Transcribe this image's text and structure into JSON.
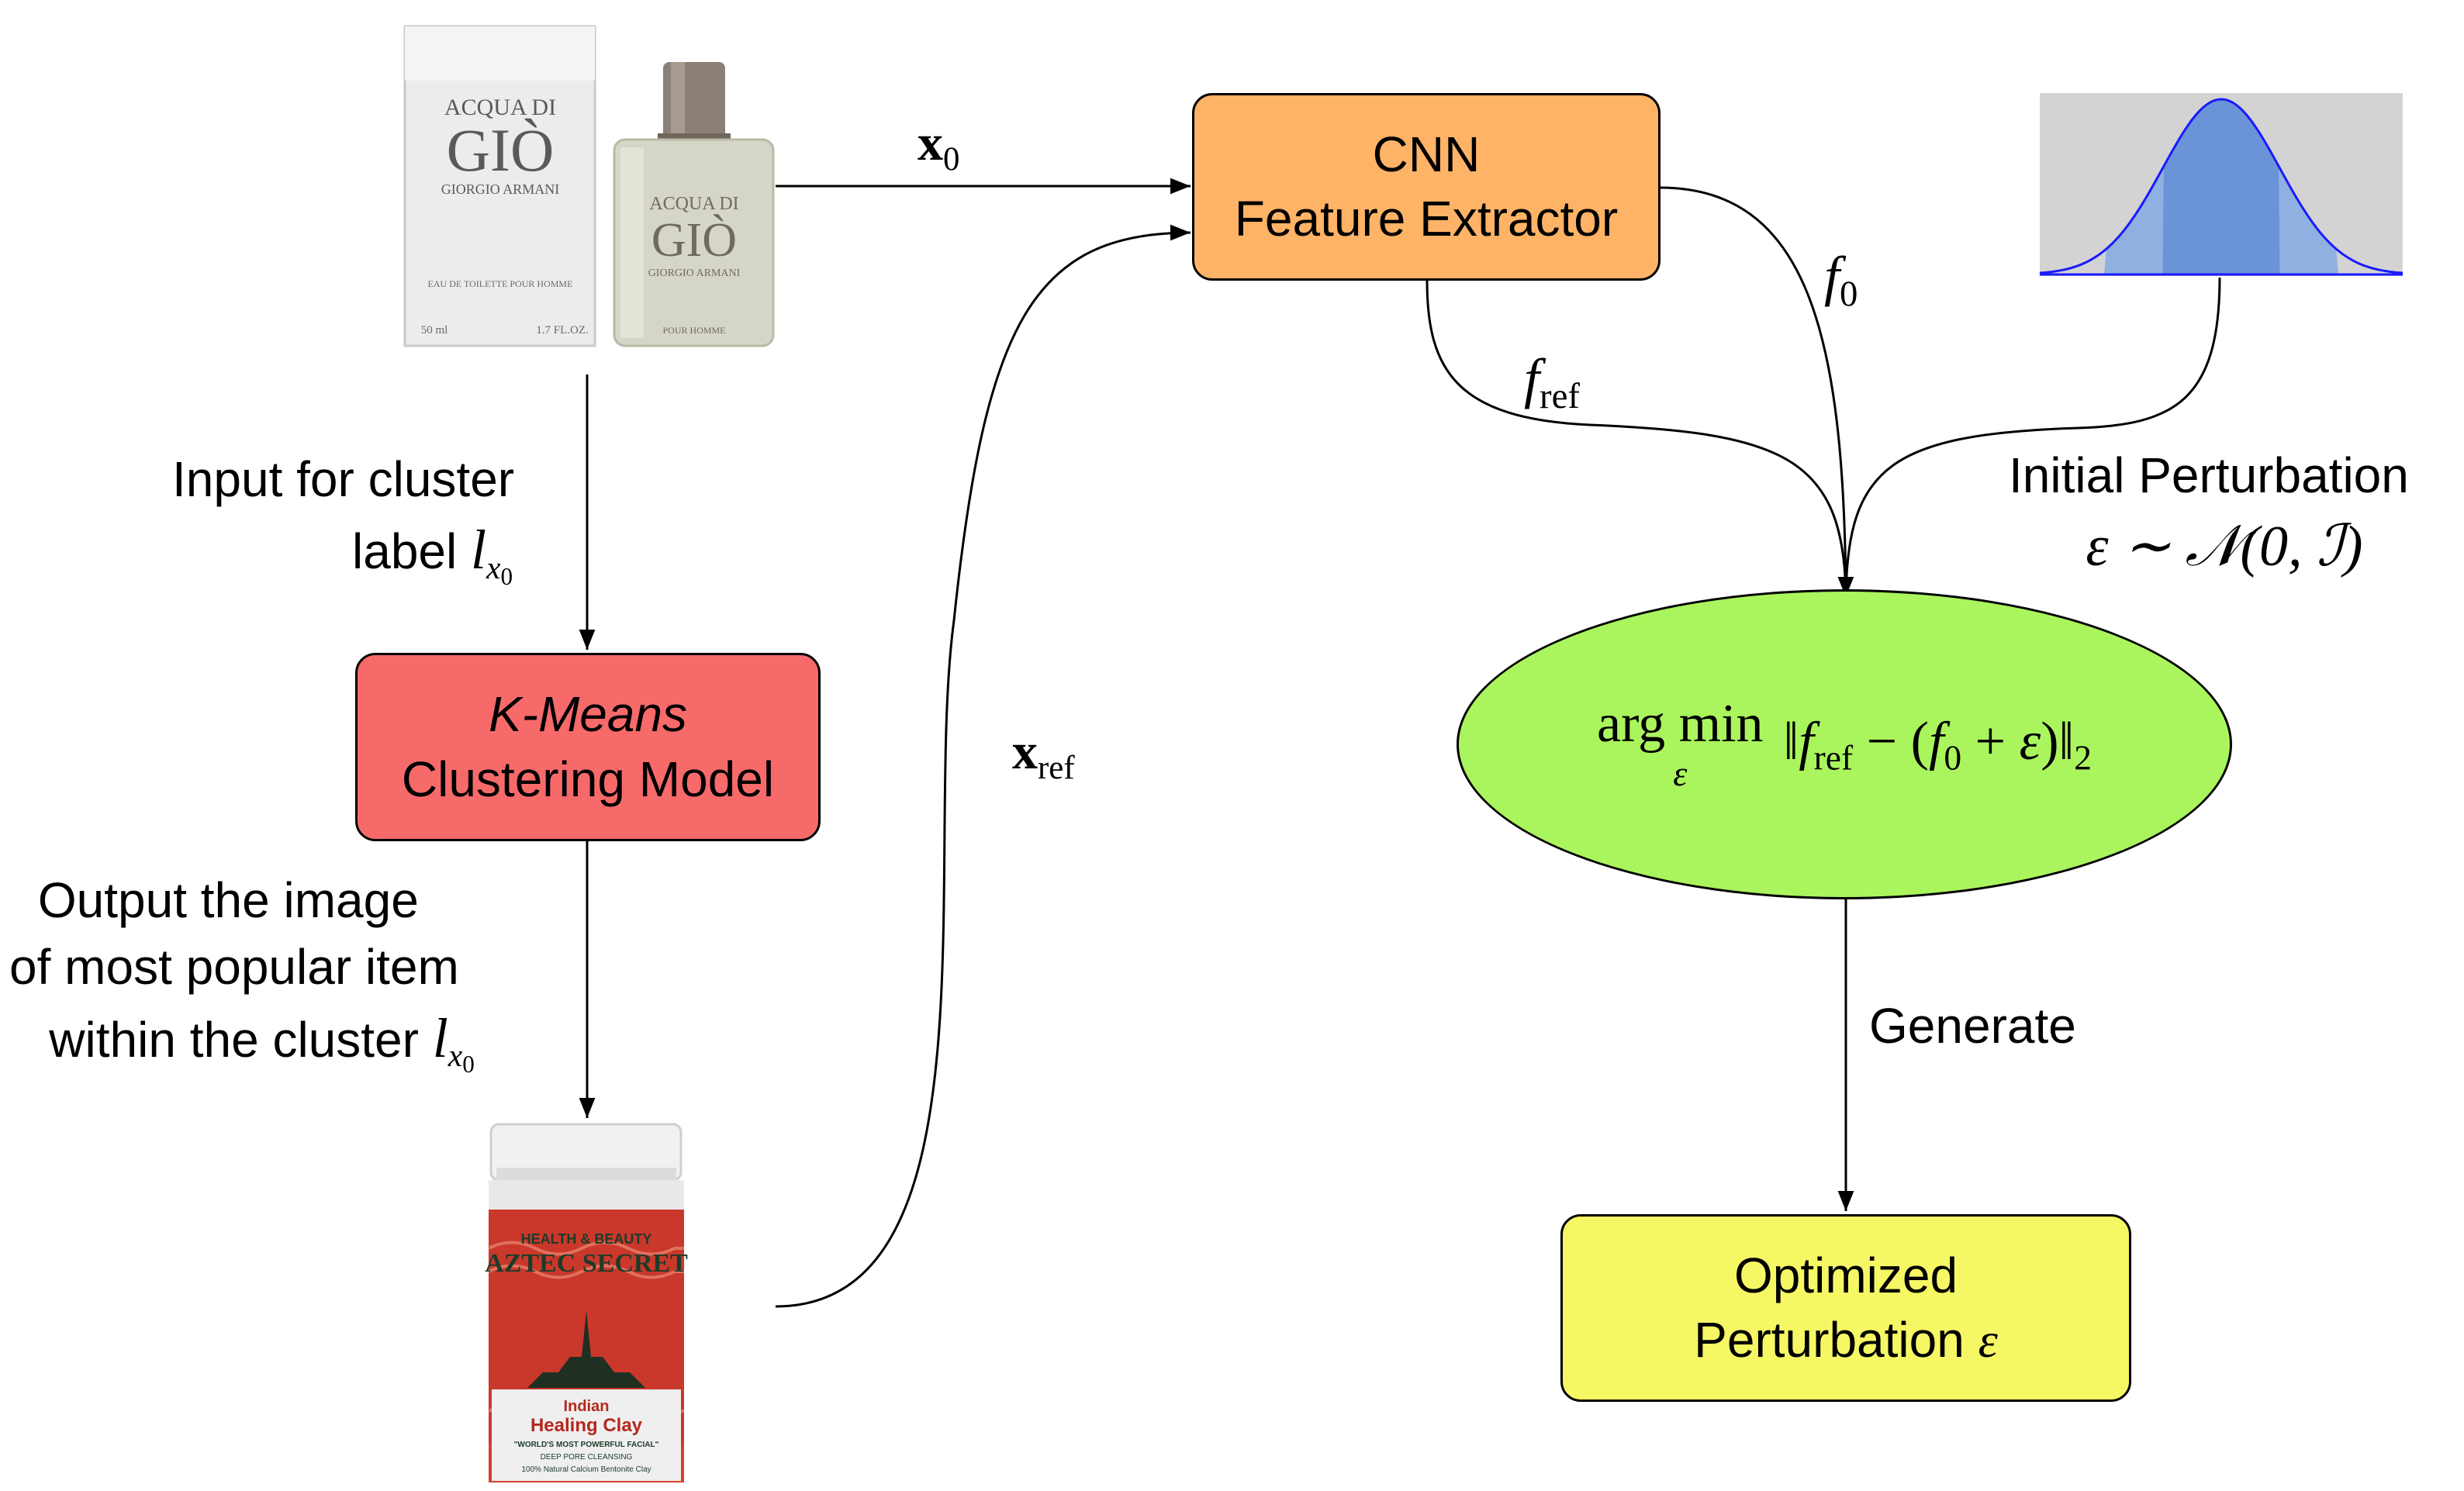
{
  "nodes": {
    "cnn": {
      "line1": "CNN",
      "line2": "Feature Extractor",
      "color": "#ffb366"
    },
    "kmeans": {
      "line1": "K-Means",
      "line2": "Clustering Model",
      "color": "#f76a6a"
    },
    "optimized": {
      "line1": "Optimized",
      "line2": "Perturbation",
      "symbol": "ε",
      "color": "#f6f765"
    },
    "objective": {
      "prefix": "arg min",
      "under": "ε",
      "color": "#aaf55d"
    }
  },
  "product_images": {
    "perfume_box": {
      "brand": "ACQUA DI",
      "name": "GIÒ",
      "maker": "GIORGIO ARMANI",
      "details": "EAU DE TOILETTE POUR HOMME",
      "size_ml": "50 ml",
      "size_oz": "1.7 FL.OZ."
    },
    "perfume_bottle": {
      "brand": "ACQUA DI",
      "name": "GIÒ",
      "maker": "GIORGIO ARMANI",
      "details": "POUR HOMME"
    },
    "clay_jar": {
      "line1": "HEALTH & BEAUTY",
      "line2": "AZTEC SECRET",
      "line3": "Indian",
      "line4": "Healing Clay",
      "line5": "\"WORLD'S MOST POWERFUL FACIAL\"",
      "line6": "DEEP PORE CLEANSING",
      "line7": "100% Natural Calcium Bentonite Clay"
    }
  },
  "edge_labels": {
    "x0": "x",
    "x0_sub": "0",
    "xref": "x",
    "xref_sub": "ref",
    "f0": "f",
    "f0_sub": "0",
    "fref": "f",
    "fref_sub": "ref",
    "input_line1": "Input for cluster",
    "input_line2": "label",
    "cluster_var": "l",
    "cluster_sub": "x",
    "cluster_subsub": "0",
    "output_line1": "Output the image",
    "output_line2": "of most popular item",
    "output_line3": "within the cluster",
    "init_line1": "Initial Perturbation",
    "init_line2": "ε ∼ 𝒩(0, ℐ)",
    "generate": "Generate"
  },
  "distribution_plot": {
    "type": "normal-curve",
    "background": "#d3d3d3",
    "fill": "#6a93d8",
    "curve": "#1a1aff"
  }
}
